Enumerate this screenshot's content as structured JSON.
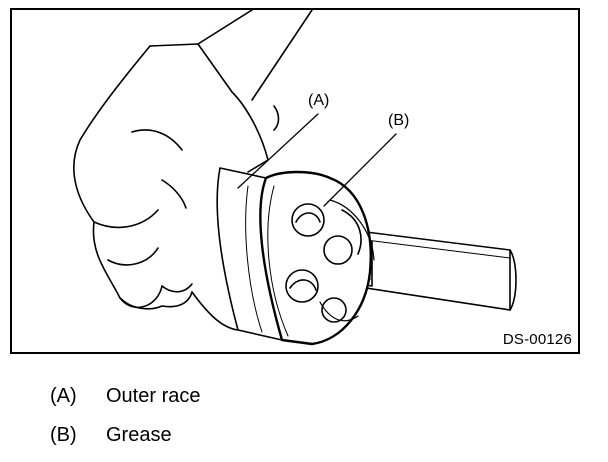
{
  "figure": {
    "code": "DS-00126",
    "callouts": [
      {
        "key": "A",
        "label": "(A)"
      },
      {
        "key": "B",
        "label": "(B)"
      }
    ]
  },
  "legend": [
    {
      "key": "(A)",
      "text": "Outer race"
    },
    {
      "key": "(B)",
      "text": "Grease"
    }
  ]
}
